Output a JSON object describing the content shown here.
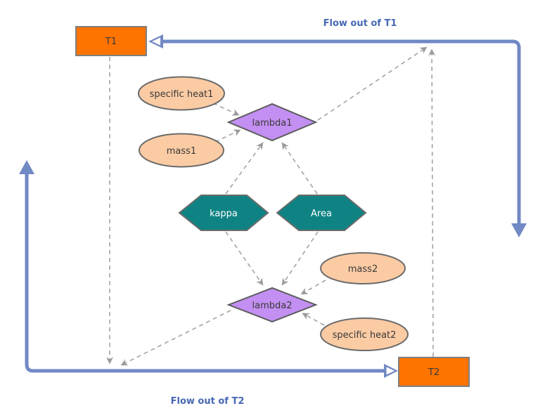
{
  "diagram": {
    "kind": "stock-and-flow-diagram",
    "background": "#ffffff"
  },
  "colors": {
    "stock_fill": "#ff7300",
    "stock_border": "#7f7f7f",
    "ellipse_fill": "#fbcba4",
    "ellipse_border": "#6b6b6b",
    "diamond_fill": "#c38ff2",
    "diamond_border": "#5c5c5c",
    "hexagon_fill": "#0f8383",
    "hexagon_border": "#6b6b6b",
    "hexagon_text": "#ffffff",
    "flow_line": "#7189c4",
    "flow_label_text": "#4668b3",
    "connector_line": "#a3a3a3",
    "node_text": "#3a3a3a"
  },
  "nodes": {
    "t1": {
      "label": "T1",
      "shape": "rectangle"
    },
    "t2": {
      "label": "T2",
      "shape": "rectangle"
    },
    "specific_heat1": {
      "label": "specific heat1",
      "shape": "ellipse"
    },
    "mass1": {
      "label": "mass1",
      "shape": "ellipse"
    },
    "lambda1": {
      "label": "lambda1",
      "shape": "diamond"
    },
    "kappa": {
      "label": "kappa",
      "shape": "hexagon"
    },
    "area": {
      "label": "Area",
      "shape": "hexagon"
    },
    "mass2": {
      "label": "mass2",
      "shape": "ellipse"
    },
    "specific_heat2": {
      "label": "specific heat2",
      "shape": "ellipse"
    },
    "lambda2": {
      "label": "lambda2",
      "shape": "diamond"
    }
  },
  "flows": {
    "flow_out_of_t1": {
      "label": "Flow out of T1"
    },
    "flow_out_of_t2": {
      "label": "Flow out of T2"
    }
  },
  "connectors": [
    {
      "from": "specific_heat1",
      "to": "lambda1"
    },
    {
      "from": "mass1",
      "to": "lambda1"
    },
    {
      "from": "kappa",
      "to": "lambda1"
    },
    {
      "from": "area",
      "to": "lambda1"
    },
    {
      "from": "kappa",
      "to": "lambda2"
    },
    {
      "from": "area",
      "to": "lambda2"
    },
    {
      "from": "mass2",
      "to": "lambda2"
    },
    {
      "from": "specific_heat2",
      "to": "lambda2"
    },
    {
      "from": "lambda1",
      "to": "flow_out_of_t1"
    },
    {
      "from": "t2",
      "to": "flow_out_of_t1"
    },
    {
      "from": "lambda2",
      "to": "flow_out_of_t2"
    },
    {
      "from": "t1",
      "to": "flow_out_of_t2"
    }
  ]
}
